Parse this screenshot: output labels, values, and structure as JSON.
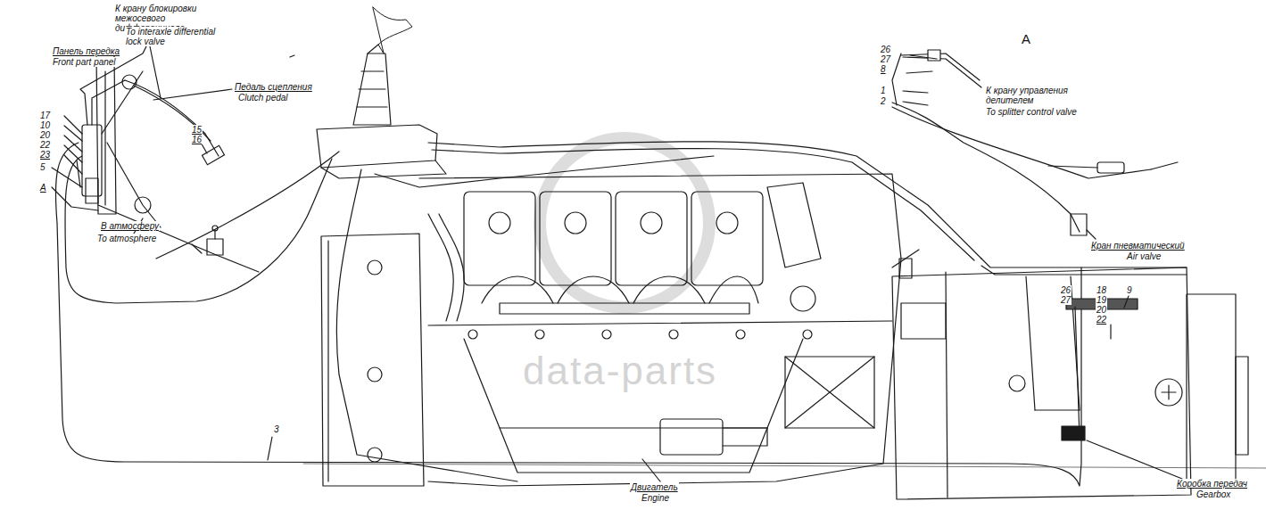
{
  "diagram": {
    "labels": [
      "Панель передка",
      "Front part panel",
      "К крану блокировки межосевого дифференциале",
      "To interaxle differential lock valve",
      "Педаль сцепления",
      "Clutch pedal",
      "15",
      "16",
      "17",
      "10",
      "20",
      "22",
      "23",
      "5",
      "A",
      "В атмосферу",
      "To atmosphere",
      "3",
      "Двигатель",
      "Engine",
      "Коробка передач",
      "Gearbox",
      "26",
      "27",
      "18",
      "19",
      "20",
      "22",
      "9",
      "A",
      "26",
      "27",
      "8",
      "1",
      "2",
      "К крану управления делителем",
      "To splitter control valve",
      "Кран пневматический",
      "Air valve",
      "data-parts"
    ]
  }
}
